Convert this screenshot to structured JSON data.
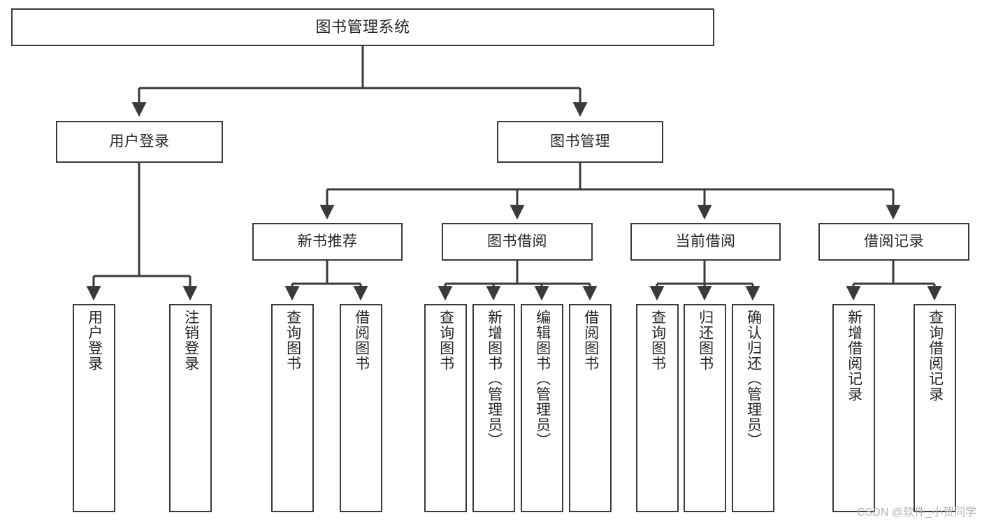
{
  "diagram": {
    "type": "tree-hierarchy-chart",
    "title": "图书管理系统",
    "stroke_color": "#3a3a3a",
    "text_color": "#262626",
    "background": "#ffffff",
    "nodes": {
      "root": {
        "label": "图书管理系统",
        "level": 0,
        "orientation": "horizontal"
      },
      "l1": [
        {
          "id": "user-login",
          "label": "用户登录",
          "orientation": "horizontal"
        },
        {
          "id": "book-manage",
          "label": "图书管理",
          "orientation": "horizontal"
        }
      ],
      "l2": [
        {
          "id": "new-book-rec",
          "label": "新书推荐",
          "orientation": "horizontal",
          "parent": "book-manage"
        },
        {
          "id": "book-borrow",
          "label": "图书借阅",
          "orientation": "horizontal",
          "parent": "book-manage"
        },
        {
          "id": "current-borrow",
          "label": "当前借阅",
          "orientation": "horizontal",
          "parent": "book-manage"
        },
        {
          "id": "borrow-record",
          "label": "借阅记录",
          "orientation": "horizontal",
          "parent": "book-manage"
        }
      ],
      "leaves": [
        {
          "id": "leaf-user-login",
          "label": "用户登录",
          "parent": "user-login"
        },
        {
          "id": "leaf-user-logout",
          "label": "注销登录",
          "parent": "user-login"
        },
        {
          "id": "leaf-rec-query-book",
          "label": "查询图书",
          "parent": "new-book-rec"
        },
        {
          "id": "leaf-rec-borrow-book",
          "label": "借阅图书",
          "parent": "new-book-rec"
        },
        {
          "id": "leaf-borrow-query-book",
          "label": "查询图书",
          "parent": "book-borrow"
        },
        {
          "id": "leaf-borrow-add-book",
          "label": "新增图书（管理员）",
          "parent": "book-borrow"
        },
        {
          "id": "leaf-borrow-edit-book",
          "label": "编辑图书（管理员）",
          "parent": "book-borrow"
        },
        {
          "id": "leaf-borrow-borrow-book",
          "label": "借阅图书",
          "parent": "book-borrow"
        },
        {
          "id": "leaf-current-query-book",
          "label": "查询图书",
          "parent": "current-borrow"
        },
        {
          "id": "leaf-current-return-book",
          "label": "归还图书",
          "parent": "current-borrow"
        },
        {
          "id": "leaf-current-confirm-return",
          "label": "确认归还（管理员）",
          "parent": "current-borrow"
        },
        {
          "id": "leaf-record-add",
          "label": "新增借阅记录",
          "parent": "borrow-record"
        },
        {
          "id": "leaf-record-query",
          "label": "查询借阅记录",
          "parent": "borrow-record"
        }
      ]
    }
  },
  "watermark": {
    "text": "CSDN @软件_小贺同学"
  }
}
